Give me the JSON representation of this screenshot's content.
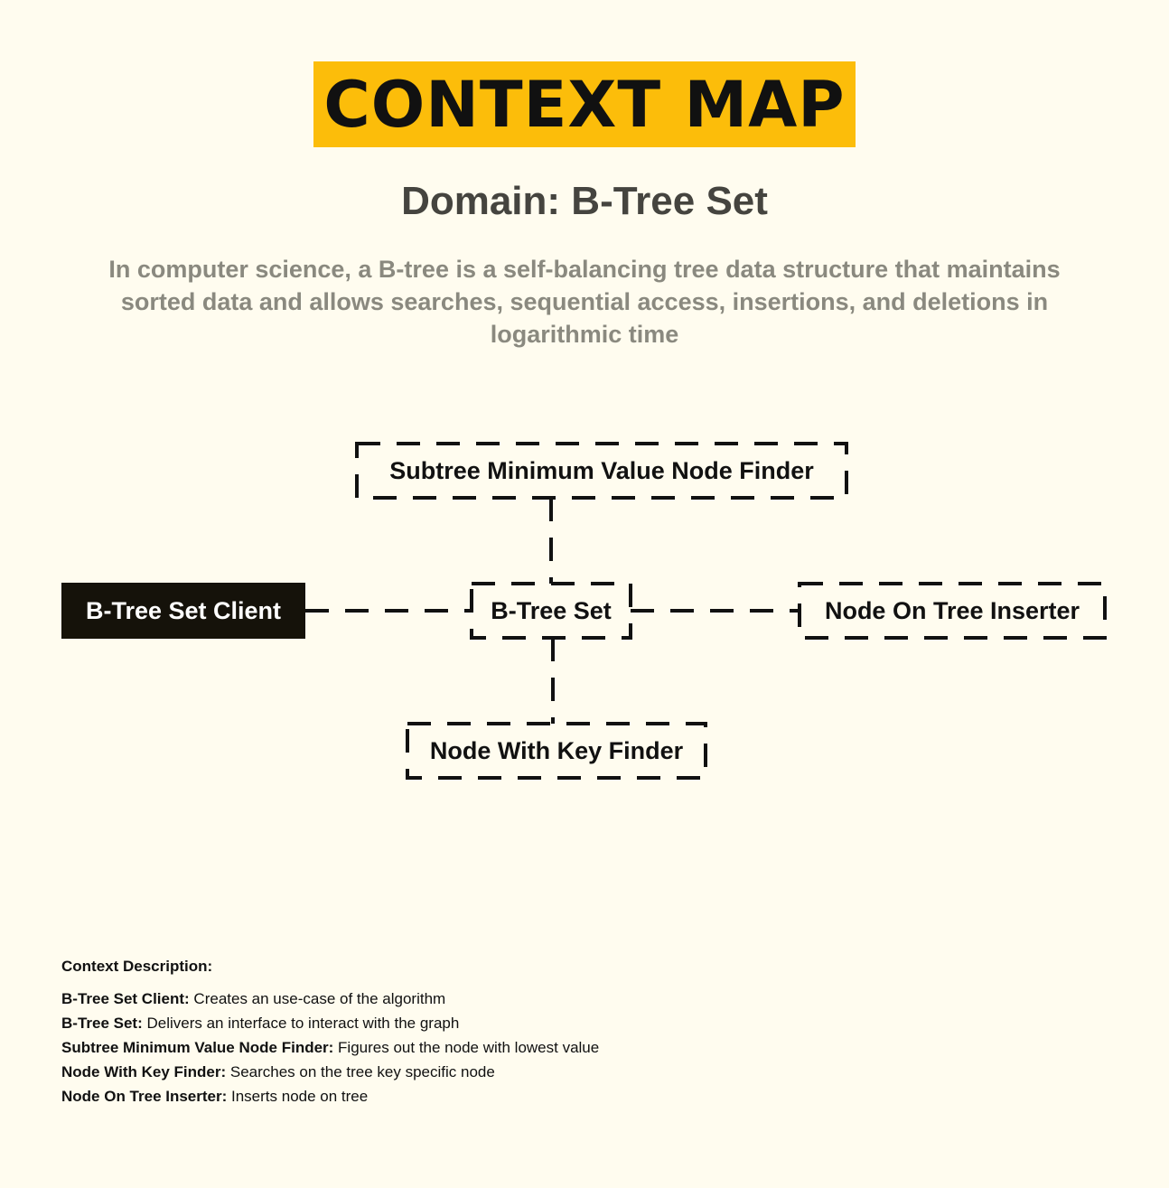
{
  "title": "CONTEXT MAP",
  "subtitle": "Domain: B-Tree Set",
  "description": "In computer science, a B-tree is a self-balancing tree data structure that maintains sorted data and allows searches, sequential access, insertions, and deletions in logarithmic time",
  "nodes": {
    "client": "B-Tree Set Client",
    "core": "B-Tree Set",
    "top": "Subtree Minimum Value Node Finder",
    "right": "Node On Tree Inserter",
    "bottom": "Node With Key Finder"
  },
  "legend": {
    "heading": "Context Description:",
    "items": [
      {
        "term": "B-Tree Set Client:",
        "text": " Creates an use-case of the algorithm"
      },
      {
        "term": "B-Tree Set:",
        "text": " Delivers an interface to interact with the graph"
      },
      {
        "term": "Subtree Minimum Value Node Finder:",
        "text": " Figures out the node with lowest value"
      },
      {
        "term": "Node With Key Finder:",
        "text": " Searches on the tree key specific node"
      },
      {
        "term": "Node On Tree Inserter:",
        "text": " Inserts node on tree"
      }
    ]
  },
  "colors": {
    "background": "#fffcef",
    "title_bg": "#fcbd0a",
    "client_bg": "#15120a",
    "subtitle": "#45443f",
    "description": "#8a897f"
  }
}
